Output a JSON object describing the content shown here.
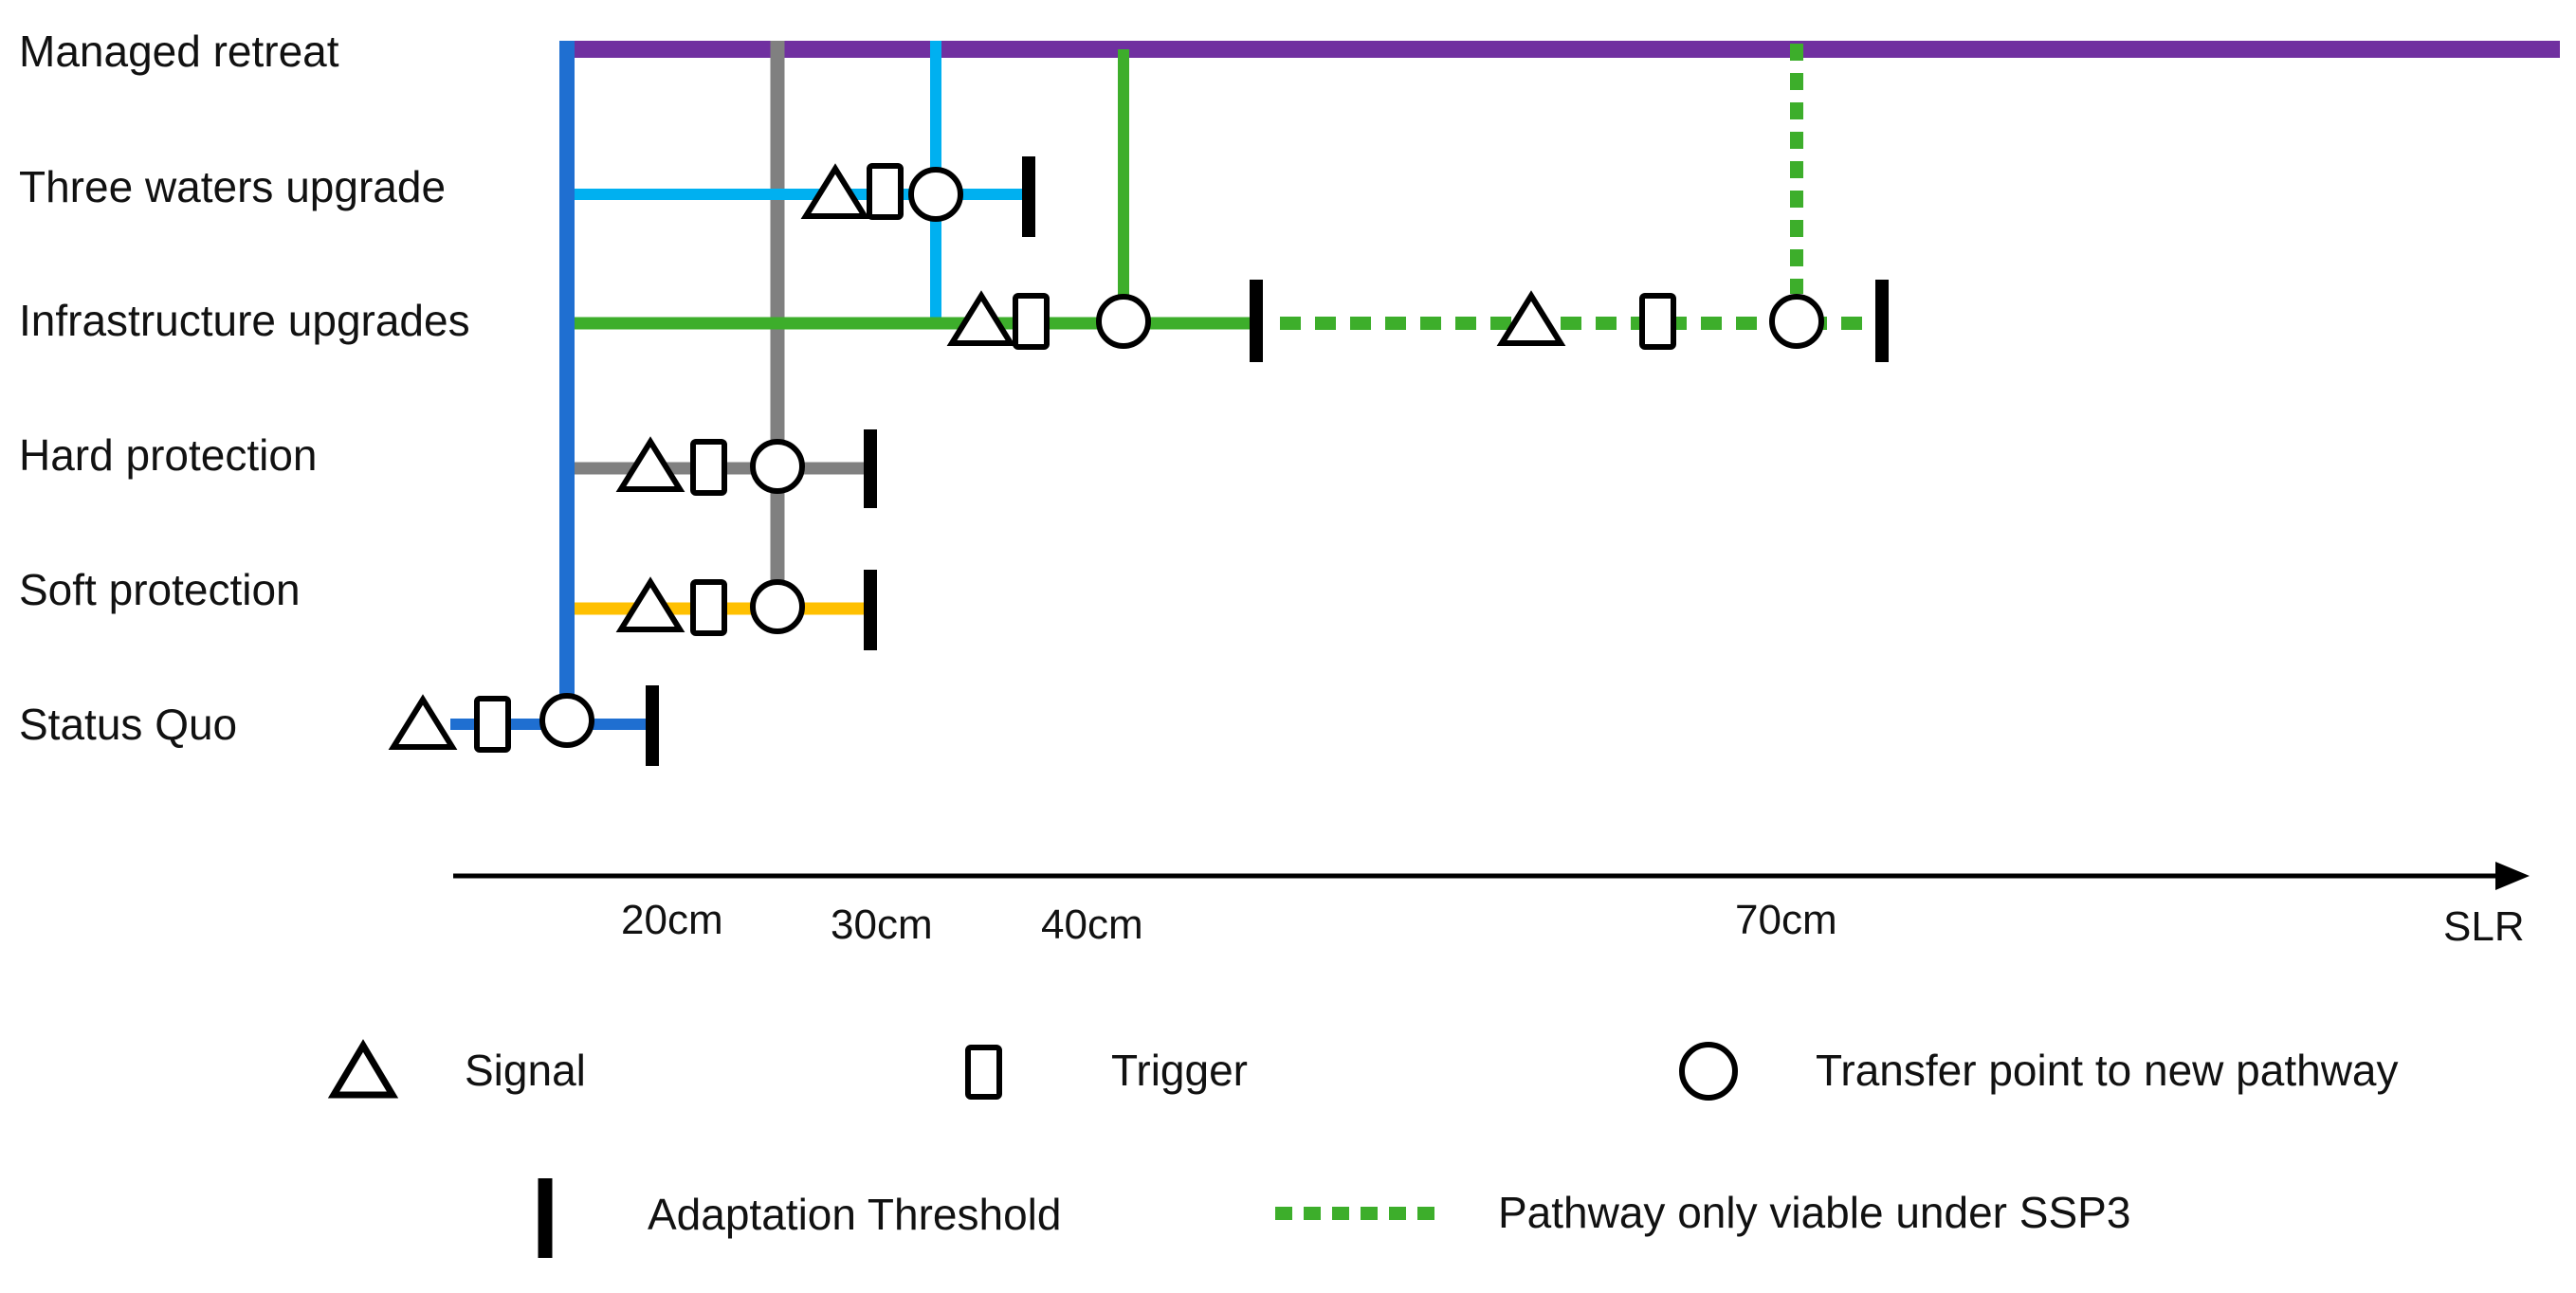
{
  "pathways": [
    {
      "key": "managed_retreat",
      "label": "Managed retreat",
      "color": "#7030A0"
    },
    {
      "key": "three_waters",
      "label": "Three waters upgrade",
      "color": "#00B0F0"
    },
    {
      "key": "infrastructure",
      "label": "Infrastructure upgrades",
      "color": "#3DAE2B"
    },
    {
      "key": "hard_protection",
      "label": "Hard protection",
      "color": "#808080"
    },
    {
      "key": "soft_protection",
      "label": "Soft protection",
      "color": "#FFC000"
    },
    {
      "key": "status_quo",
      "label": "Status Quo",
      "color": "#1F6FD1"
    }
  ],
  "axis": {
    "ticks": [
      "20cm",
      "30cm",
      "40cm",
      "70cm"
    ],
    "label": "SLR"
  },
  "legend": {
    "signal": "Signal",
    "trigger": "Trigger",
    "transfer": "Transfer point to new pathway",
    "threshold": "Adaptation Threshold",
    "ssp3": "Pathway only viable under SSP3"
  },
  "icons": {
    "signal": "triangle-outline",
    "trigger": "rectangle-outline",
    "transfer": "circle-outline",
    "threshold": "vertical-bar",
    "ssp3": "dotted-green-line"
  }
}
